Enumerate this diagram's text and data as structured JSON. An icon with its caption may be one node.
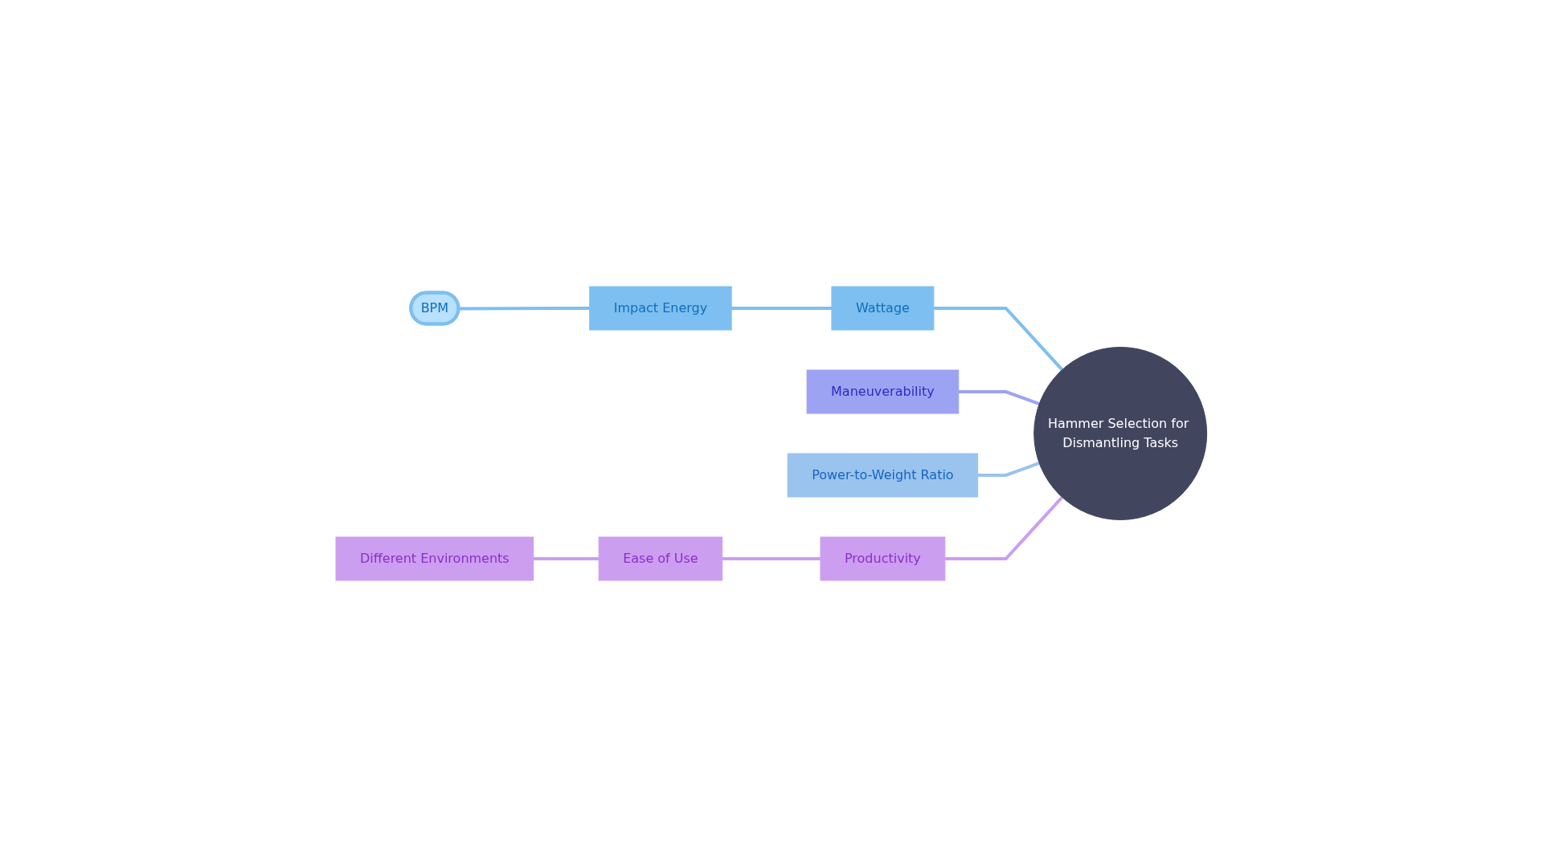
{
  "diagram": {
    "nodes": [
      {
        "text": [
          "Hammer Selection for Dismantling Tasks"
        ]
      },
      {
        "text": [
          "Wattage"
        ]
      },
      {
        "text": [
          "Impact Energy"
        ]
      },
      {
        "text": [
          "BPM"
        ]
      },
      {
        "text": [
          "Maneuverability"
        ]
      },
      {
        "text": [
          "Power-to-Weight Ratio"
        ]
      },
      {
        "text": [
          "Productivity"
        ]
      },
      {
        "text": [
          "Ease of Use"
        ]
      },
      {
        "text": [
          "Different Environments"
        ]
      }
    ],
    "edges": [
      {
        "from": 0,
        "to": 1,
        "arrow": "none",
        "color": "#7dbff0"
      },
      {
        "from": 1,
        "to": 2,
        "arrow": "none",
        "color": "#7dbff0"
      },
      {
        "from": 2,
        "to": 3,
        "arrow": "none",
        "color": "#7dbff0"
      },
      {
        "from": 0,
        "to": 4,
        "arrow": "none",
        "color": "#9da3f3"
      },
      {
        "from": 0,
        "to": 5,
        "arrow": "none",
        "color": "#9ac3ee"
      },
      {
        "from": 0,
        "to": 6,
        "arrow": "none",
        "color": "#cc9ef0"
      },
      {
        "from": 6,
        "to": 7,
        "arrow": "none",
        "color": "#cc9ef0"
      },
      {
        "from": 7,
        "to": 8,
        "arrow": "none",
        "color": "#cc9ef0"
      }
    ]
  }
}
